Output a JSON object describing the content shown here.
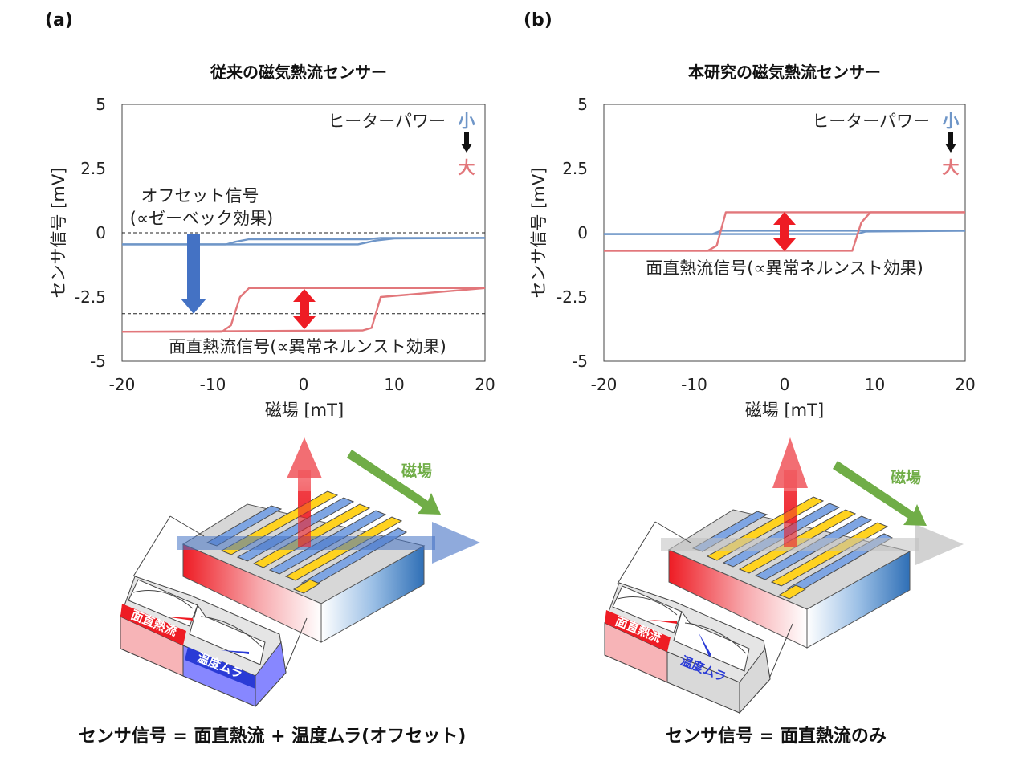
{
  "panels": [
    {
      "label": "(a)",
      "caption": "センサ信号 = 面直熱流 + 温度ムラ(オフセット)",
      "legend": {
        "title": "ヒーターパワー",
        "small": "小",
        "large": "大"
      },
      "annotations": [
        "オフセット信号",
        "(∝ゼーベック効果)",
        "面直熱流信号(∝異常ネルンスト効果)"
      ],
      "device": {
        "field_label": "磁場",
        "meter1": "面直熱流",
        "meter2": "温度ムラ"
      }
    },
    {
      "label": "(b)",
      "caption": "センサ信号 = 面直熱流のみ",
      "legend": {
        "title": "ヒーターパワー",
        "small": "小",
        "large": "大"
      },
      "annotations": [
        "面直熱流信号(∝異常ネルンスト効果)"
      ],
      "device": {
        "field_label": "磁場",
        "meter1": "面直熱流",
        "meter2": "温度ムラ"
      }
    }
  ],
  "colors": {
    "low_power": "#6f96c8",
    "high_power": "#e2777b",
    "arrow_red": "#ee1c24",
    "arrow_blue": "#4472c4",
    "field_green": "#70ad47"
  },
  "chart_data": [
    {
      "type": "line",
      "title": "従来の磁気熱流センサー",
      "xlabel": "磁場 [mT]",
      "ylabel": "センサ信号 [mV]",
      "xlim": [
        -20,
        20
      ],
      "ylim": [
        -5,
        5
      ],
      "xticks": [
        "-20",
        "-10",
        "0",
        "10",
        "20"
      ],
      "yticks": [
        "5",
        "2.5",
        "0",
        "-2.5",
        "-5"
      ],
      "reference_lines": [
        0,
        -3.15
      ],
      "series": [
        {
          "x": [
            -20,
            -8.5,
            -7.5,
            -6,
            6,
            7,
            8.5,
            20
          ],
          "y": [
            -0.45,
            -0.45,
            -0.35,
            -0.25,
            -0.25,
            -0.25,
            -0.2,
            -0.2
          ]
        },
        {
          "x": [
            -20,
            -9,
            -8,
            6,
            8,
            10,
            20
          ],
          "y": [
            -0.45,
            -0.45,
            -0.45,
            -0.45,
            -0.3,
            -0.22,
            -0.2
          ]
        },
        {
          "x": [
            -20,
            -9,
            -8,
            -7,
            -6,
            9,
            20
          ],
          "y": [
            -3.85,
            -3.85,
            -3.6,
            -2.5,
            -2.15,
            -2.15,
            -2.15
          ]
        },
        {
          "x": [
            -20,
            6.5,
            7.5,
            8.5,
            20
          ],
          "y": [
            -3.85,
            -3.8,
            -3.7,
            -2.5,
            -2.15
          ]
        }
      ]
    },
    {
      "type": "line",
      "title": "本研究の磁気熱流センサー",
      "xlabel": "磁場 [mT]",
      "ylabel": "センサ信号 [mV]",
      "xlim": [
        -20,
        20
      ],
      "ylim": [
        -5,
        5
      ],
      "xticks": [
        "-20",
        "-10",
        "0",
        "10",
        "20"
      ],
      "yticks": [
        "5",
        "2.5",
        "0",
        "-2.5",
        "-5"
      ],
      "reference_lines": [],
      "series": [
        {
          "x": [
            -20,
            -8,
            -7,
            20
          ],
          "y": [
            -0.05,
            -0.05,
            0.08,
            0.08
          ]
        },
        {
          "x": [
            -20,
            8,
            9,
            20
          ],
          "y": [
            -0.05,
            -0.05,
            0.05,
            0.08
          ]
        },
        {
          "x": [
            -20,
            -8.5,
            -7.5,
            -6.5,
            20
          ],
          "y": [
            -0.7,
            -0.7,
            -0.5,
            0.8,
            0.8
          ]
        },
        {
          "x": [
            -20,
            7.5,
            8.5,
            9.5,
            20
          ],
          "y": [
            -0.7,
            -0.7,
            0.4,
            0.8,
            0.8
          ]
        }
      ]
    }
  ]
}
